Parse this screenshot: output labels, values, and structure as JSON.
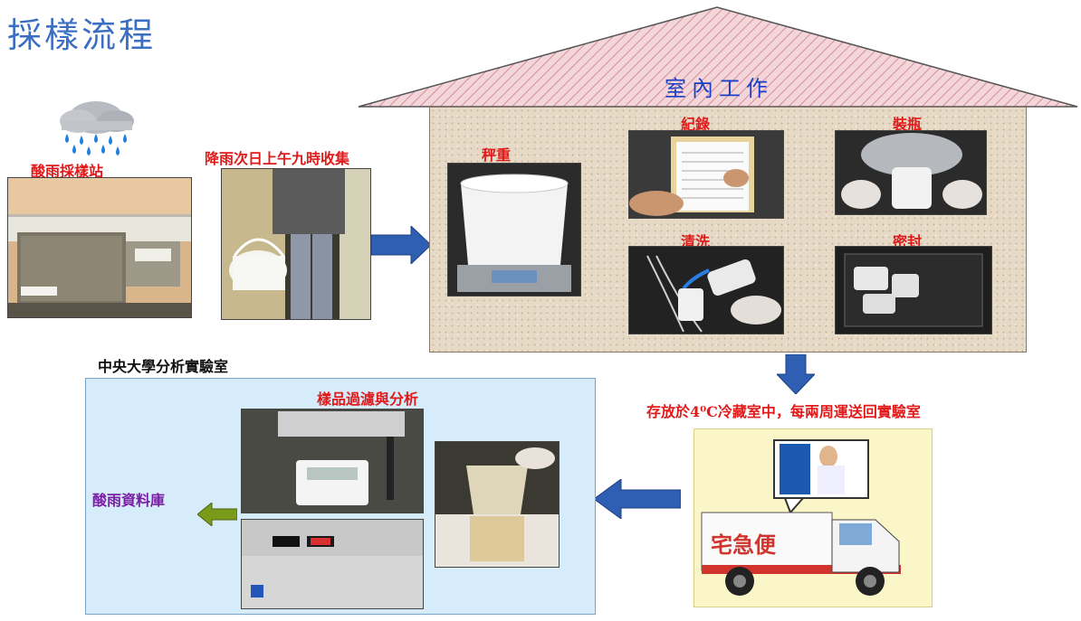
{
  "title": "採樣流程",
  "station_label": "酸雨採樣站",
  "collect_label": "降雨次日上午九時收集",
  "house_title": "室內工作",
  "steps": {
    "weigh": "秤重",
    "record": "紀錄",
    "bottle": "裝瓶",
    "wash": "清洗",
    "seal": "密封"
  },
  "lab_name": "中央大學分析實驗室",
  "analysis_label": "樣品過濾與分析",
  "database_label": "酸雨資料庫",
  "storage_label": "存放於4⁰C冷藏室中，每兩周運送回實驗室",
  "truck_text": "宅急便",
  "colors": {
    "arrow_blue": "#2f5fb3",
    "arrow_green": "#7a9a1a",
    "label_red": "#e01a1a",
    "title_blue": "#3b6fc4"
  }
}
